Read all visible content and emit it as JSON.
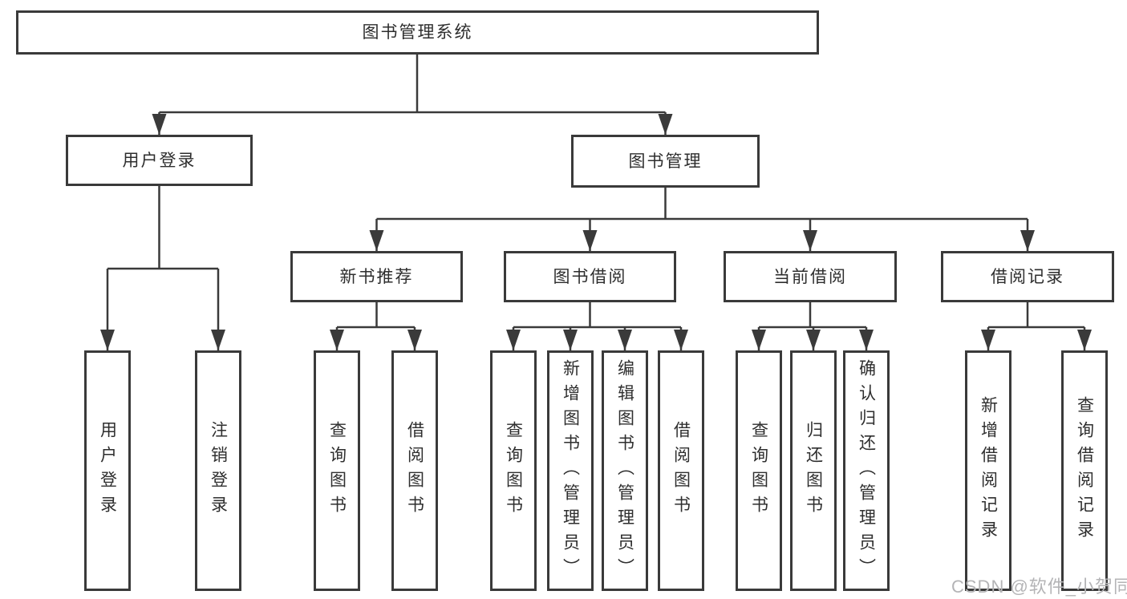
{
  "tree": {
    "label": "图书管理系统",
    "children": [
      {
        "label": "用户登录",
        "children": [
          {
            "label": "用户登录"
          },
          {
            "label": "注销登录"
          }
        ]
      },
      {
        "label": "图书管理",
        "children": [
          {
            "label": "新书推荐",
            "children": [
              {
                "label": "查询图书"
              },
              {
                "label": "借阅图书"
              }
            ]
          },
          {
            "label": "图书借阅",
            "children": [
              {
                "label": "查询图书"
              },
              {
                "label": "新增图书（管理员）"
              },
              {
                "label": "编辑图书（管理员）"
              },
              {
                "label": "借阅图书"
              }
            ]
          },
          {
            "label": "当前借阅",
            "children": [
              {
                "label": "查询图书"
              },
              {
                "label": "归还图书"
              },
              {
                "label": "确认归还（管理员）"
              }
            ]
          },
          {
            "label": "借阅记录",
            "children": [
              {
                "label": "新增借阅记录"
              },
              {
                "label": "查询借阅记录"
              }
            ]
          }
        ]
      }
    ]
  },
  "watermark": {
    "text": "CSDN @软件_小贺同学",
    "color": "#b4b4b6"
  },
  "colors": {
    "line": "#3a3a3a",
    "box_border": "#3a3a3a",
    "box_fill": "#ffffff",
    "text": "#2e2e2e",
    "background": "#ffffff"
  }
}
